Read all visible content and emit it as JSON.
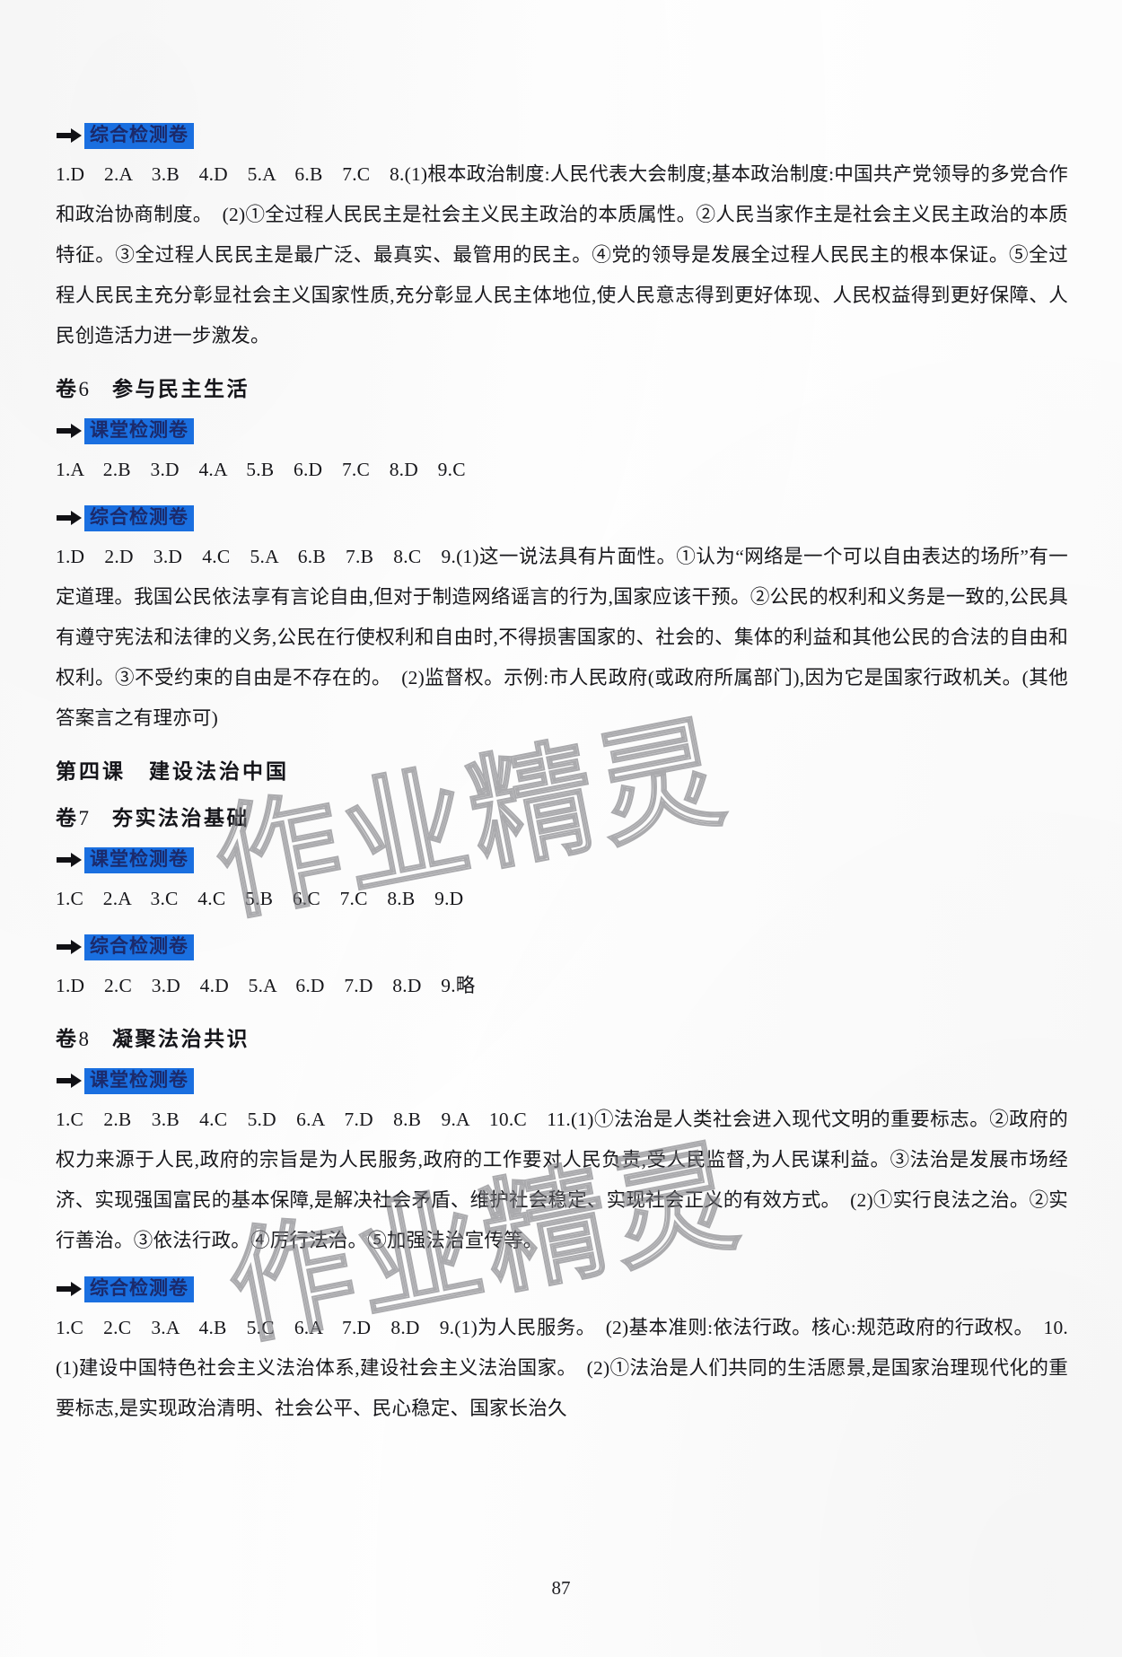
{
  "page": {
    "number": "87"
  },
  "watermark": {
    "text_1": "作业精灵",
    "text_2": "作业精灵"
  },
  "banners": {
    "comprehensive": "综合检测卷",
    "classroom": "课堂检测卷",
    "arrow_icon": "right-arrow-icon",
    "highlight_color": "#1a6fe0",
    "text_color": "#1b2a6b"
  },
  "sections": [
    {
      "id": "juan5-comprehensive",
      "banner": "综合检测卷",
      "paragraphs": [
        "1.D　2.A　3.B　4.D　5.A　6.B　7.C　8.(1)根本政治制度:人民代表大会制度;基本政治制度:中国共产党领导的多党合作和政治协商制度。　(2)①全过程人民民主是社会主义民主政治的本质属性。②人民当家作主是社会主义民主政治的本质特征。③全过程人民民主是最广泛、最真实、最管用的民主。④党的领导是发展全过程人民民主的根本保证。⑤全过程人民民主充分彰显社会主义国家性质,充分彰显人民主体地位,使人民意志得到更好体现、人民权益得到更好保障、人民创造活力进一步激发。"
      ]
    },
    {
      "id": "juan6",
      "heading_prefix": "卷",
      "heading_number": "6",
      "heading_title": "参与民主生活",
      "subsections": [
        {
          "banner": "课堂检测卷",
          "answers": "1.A　2.B　3.D　4.A　5.B　6.D　7.C　8.D　9.C"
        },
        {
          "banner": "综合检测卷",
          "answers": "1.D　2.D　3.D　4.C　5.A　6.B　7.B　8.C　9.(1)这一说法具有片面性。①认为“网络是一个可以自由表达的场所”有一定道理。我国公民依法享有言论自由,但对于制造网络谣言的行为,国家应该干预。②公民的权利和义务是一致的,公民具有遵守宪法和法律的义务,公民在行使权利和自由时,不得损害国家的、社会的、集体的利益和其他公民的合法的自由和权利。③不受约束的自由是不存在的。　(2)监督权。示例:市人民政府(或政府所属部门),因为它是国家行政机关。(其他答案言之有理亦可)"
        }
      ]
    },
    {
      "id": "course4",
      "heading_prefix": "第四课",
      "heading_title": "建设法治中国"
    },
    {
      "id": "juan7",
      "heading_prefix": "卷",
      "heading_number": "7",
      "heading_title": "夯实法治基础",
      "subsections": [
        {
          "banner": "课堂检测卷",
          "answers": "1.C　2.A　3.C　4.C　5.B　6.C　7.C　8.B　9.D"
        },
        {
          "banner": "综合检测卷",
          "answers": "1.D　2.C　3.D　4.D　5.A　6.D　7.D　8.D　9.略"
        }
      ]
    },
    {
      "id": "juan8",
      "heading_prefix": "卷",
      "heading_number": "8",
      "heading_title": "凝聚法治共识",
      "subsections": [
        {
          "banner": "课堂检测卷",
          "answers": "1.C　2.B　3.B　4.C　5.D　6.A　7.D　8.B　9.A　10.C　11.(1)①法治是人类社会进入现代文明的重要标志。②政府的权力来源于人民,政府的宗旨是为人民服务,政府的工作要对人民负责,受人民监督,为人民谋利益。③法治是发展市场经济、实现强国富民的基本保障,是解决社会矛盾、维护社会稳定、实现社会正义的有效方式。　(2)①实行良法之治。②实行善治。③依法行政。④厉行法治。⑤加强法治宣传等。"
        },
        {
          "banner": "综合检测卷",
          "answers": "1.C　2.C　3.A　4.B　5.C　6.A　7.D　8.D　9.(1)为人民服务。　(2)基本准则:依法行政。核心:规范政府的行政权。　10.(1)建设中国特色社会主义法治体系,建设社会主义法治国家。　(2)①法治是人们共同的生活愿景,是国家治理现代化的重要标志,是实现政治清明、社会公平、民心稳定、国家长治久"
        }
      ]
    }
  ]
}
